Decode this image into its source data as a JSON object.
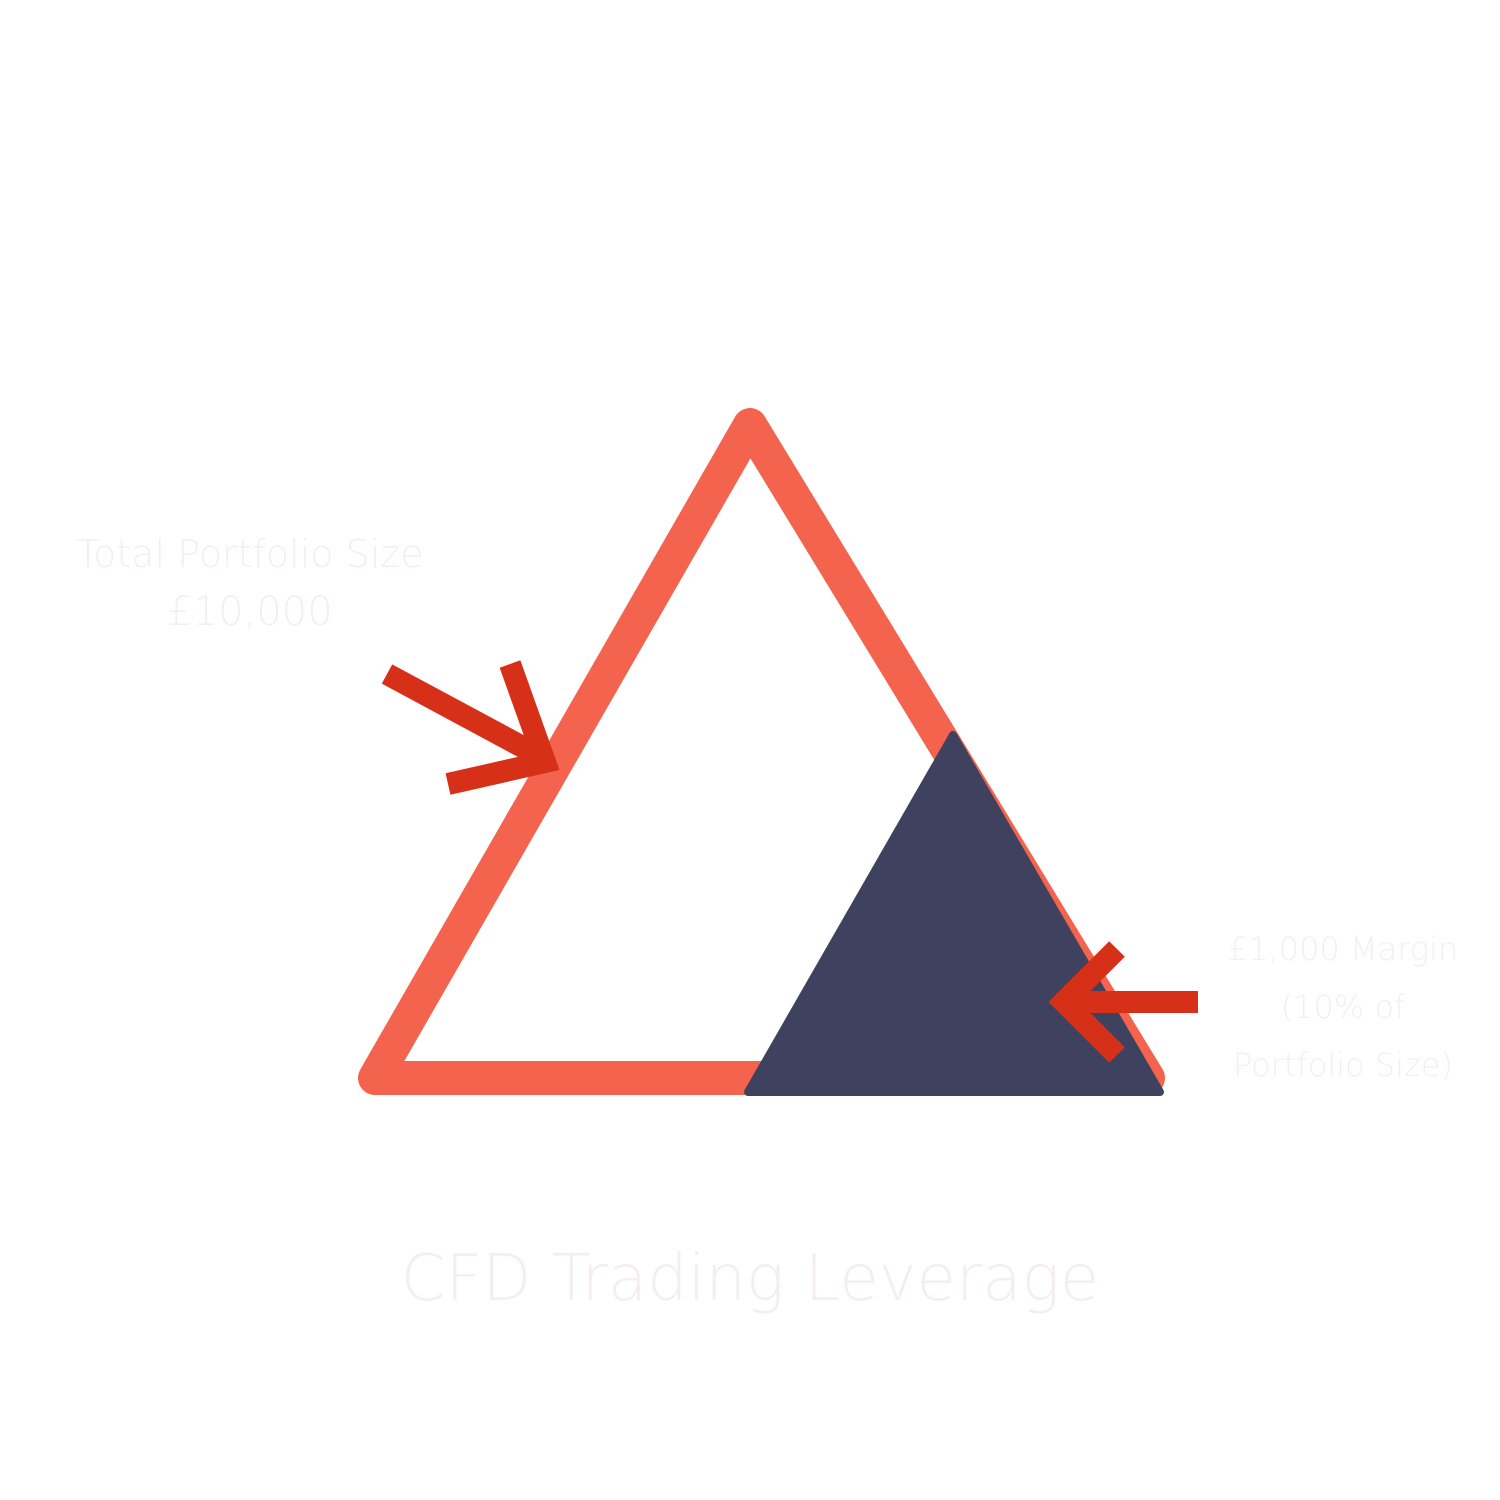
{
  "colors": {
    "background": "#ffffff",
    "outer_triangle": "#f4634d",
    "margin_triangle": "#3e425f",
    "arrows": "#d63118",
    "text": "#f5eef0"
  },
  "labels": {
    "portfolio_line1": "Total Portfolio Size",
    "portfolio_line2": "£10,000",
    "margin_line1": "£1,000 Margin",
    "margin_line2": "(10% of",
    "margin_line3": "Portfolio Size)",
    "title": "CFD Trading Leverage"
  },
  "icons": {
    "portfolio_arrow": "arrow-down-right-icon",
    "margin_arrow": "arrow-left-icon"
  }
}
